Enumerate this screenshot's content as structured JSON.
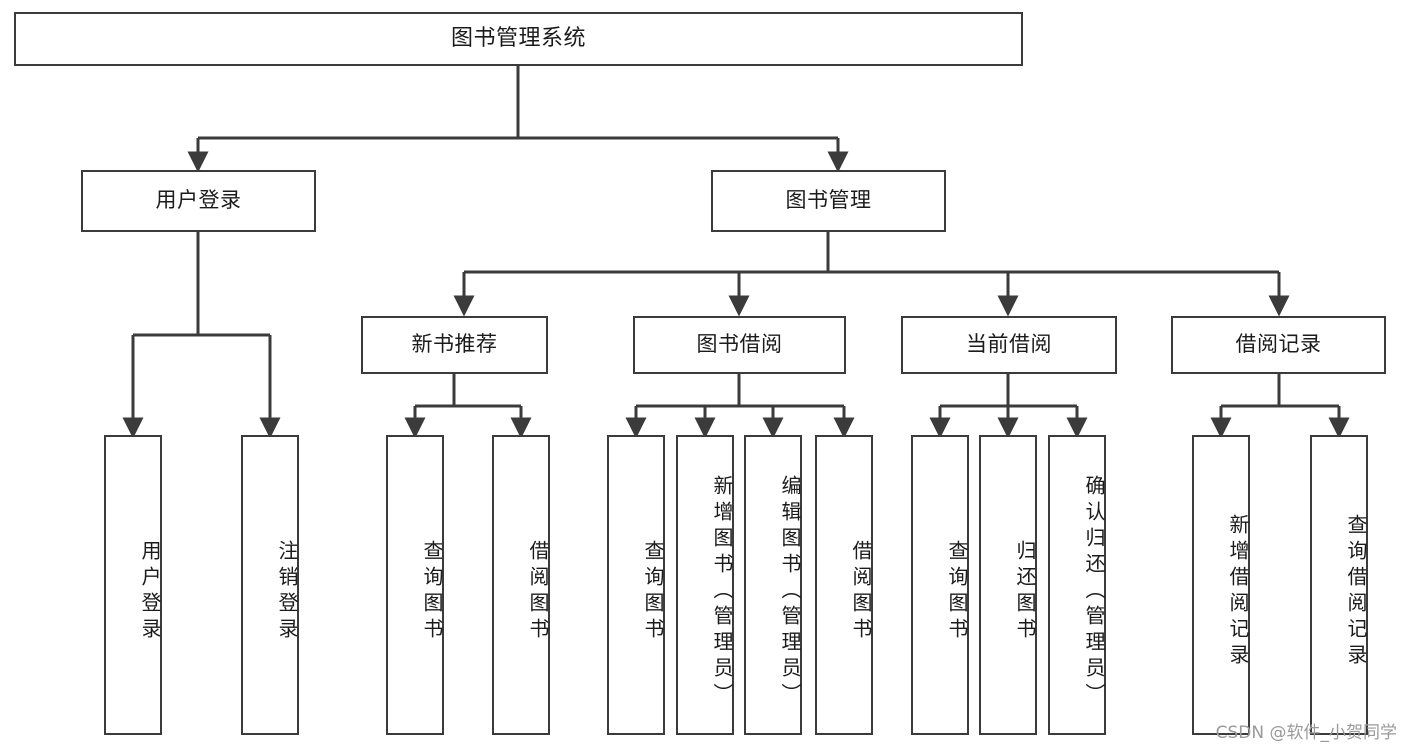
{
  "diagram": {
    "title": "图书管理系统",
    "type": "tree",
    "orientation": "top-down",
    "colors": {
      "box_border": "#3b3b3b",
      "box_fill": "#ffffff",
      "edge": "#3b3b3b",
      "text": "#1b1b1b",
      "watermark": "#9a9a9a"
    },
    "nodes": {
      "root": {
        "label": "图书管理系统"
      },
      "level2": [
        {
          "id": "user-login",
          "label": "用户登录"
        },
        {
          "id": "book-management",
          "label": "图书管理"
        }
      ],
      "level3": [
        {
          "id": "new-book-recommend",
          "label": "新书推荐"
        },
        {
          "id": "book-borrow",
          "label": "图书借阅"
        },
        {
          "id": "current-borrow",
          "label": "当前借阅"
        },
        {
          "id": "borrow-record",
          "label": "借阅记录"
        }
      ],
      "leaves": {
        "user-login": [
          {
            "id": "leaf-user-login",
            "label": "用户登录"
          },
          {
            "id": "leaf-logout",
            "label": "注销登录"
          }
        ],
        "new-book-recommend": [
          {
            "id": "leaf-query-book-1",
            "label": "查询图书"
          },
          {
            "id": "leaf-borrow-book-1",
            "label": "借阅图书"
          }
        ],
        "book-borrow": [
          {
            "id": "leaf-query-book-2",
            "label": "查询图书"
          },
          {
            "id": "leaf-add-book",
            "label": "新增图书（管理员）"
          },
          {
            "id": "leaf-edit-book",
            "label": "编辑图书（管理员）"
          },
          {
            "id": "leaf-borrow-book-2",
            "label": "借阅图书"
          }
        ],
        "current-borrow": [
          {
            "id": "leaf-query-book-3",
            "label": "查询图书"
          },
          {
            "id": "leaf-return-book",
            "label": "归还图书"
          },
          {
            "id": "leaf-confirm-return",
            "label": "确认归还（管理员）"
          }
        ],
        "borrow-record": [
          {
            "id": "leaf-add-record",
            "label": "新增借阅记录"
          },
          {
            "id": "leaf-query-record",
            "label": "查询借阅记录"
          }
        ]
      }
    }
  },
  "watermark": {
    "text": "CSDN @软件_小贺同学"
  }
}
